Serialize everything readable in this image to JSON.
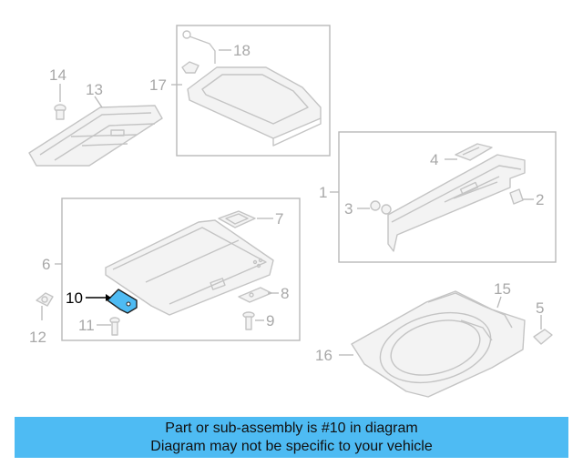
{
  "callouts": {
    "c1": "1",
    "c2": "2",
    "c3": "3",
    "c4": "4",
    "c5": "5",
    "c6": "6",
    "c7": "7",
    "c8": "8",
    "c9": "9",
    "c10": "10",
    "c11": "11",
    "c12": "12",
    "c13": "13",
    "c14": "14",
    "c15": "15",
    "c16": "16",
    "c17": "17",
    "c18": "18"
  },
  "highlighted_part": "10",
  "colors": {
    "highlight": "#4ebbf3",
    "banner": "#4ebbf3",
    "lines": "#b8b8b8"
  },
  "banner": {
    "line1": "Part or sub-assembly is #10 in diagram",
    "line2": "Diagram may not be specific to your vehicle"
  }
}
